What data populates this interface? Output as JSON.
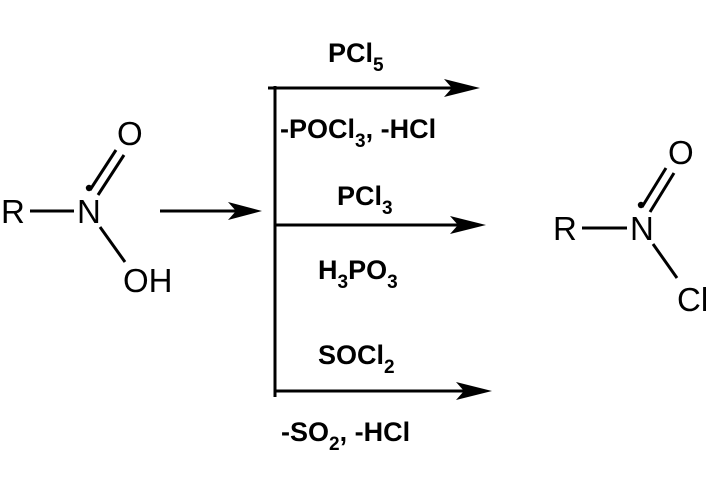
{
  "reactant": {
    "r_label": "R",
    "n_label": "N",
    "o_label": "O",
    "oh_label": "OH"
  },
  "product": {
    "r_label": "R",
    "n_label": "N",
    "o_label": "O",
    "cl_label": "Cl"
  },
  "reactions": [
    {
      "above": [
        {
          "t": "PCl"
        },
        {
          "t": "5",
          "sub": true
        }
      ],
      "below": [
        {
          "t": "-POCl"
        },
        {
          "t": "3",
          "sub": true
        },
        {
          "t": ", -HCl"
        }
      ]
    },
    {
      "above": [
        {
          "t": "PCl"
        },
        {
          "t": "3",
          "sub": true
        }
      ],
      "below": [
        {
          "t": "H"
        },
        {
          "t": "3",
          "sub": true
        },
        {
          "t": "PO"
        },
        {
          "t": "3",
          "sub": true
        }
      ]
    },
    {
      "above": [
        {
          "t": "SOCl"
        },
        {
          "t": "2",
          "sub": true
        }
      ],
      "below": [
        {
          "t": "-SO"
        },
        {
          "t": "2",
          "sub": true
        },
        {
          "t": ", -HCl"
        }
      ]
    }
  ]
}
